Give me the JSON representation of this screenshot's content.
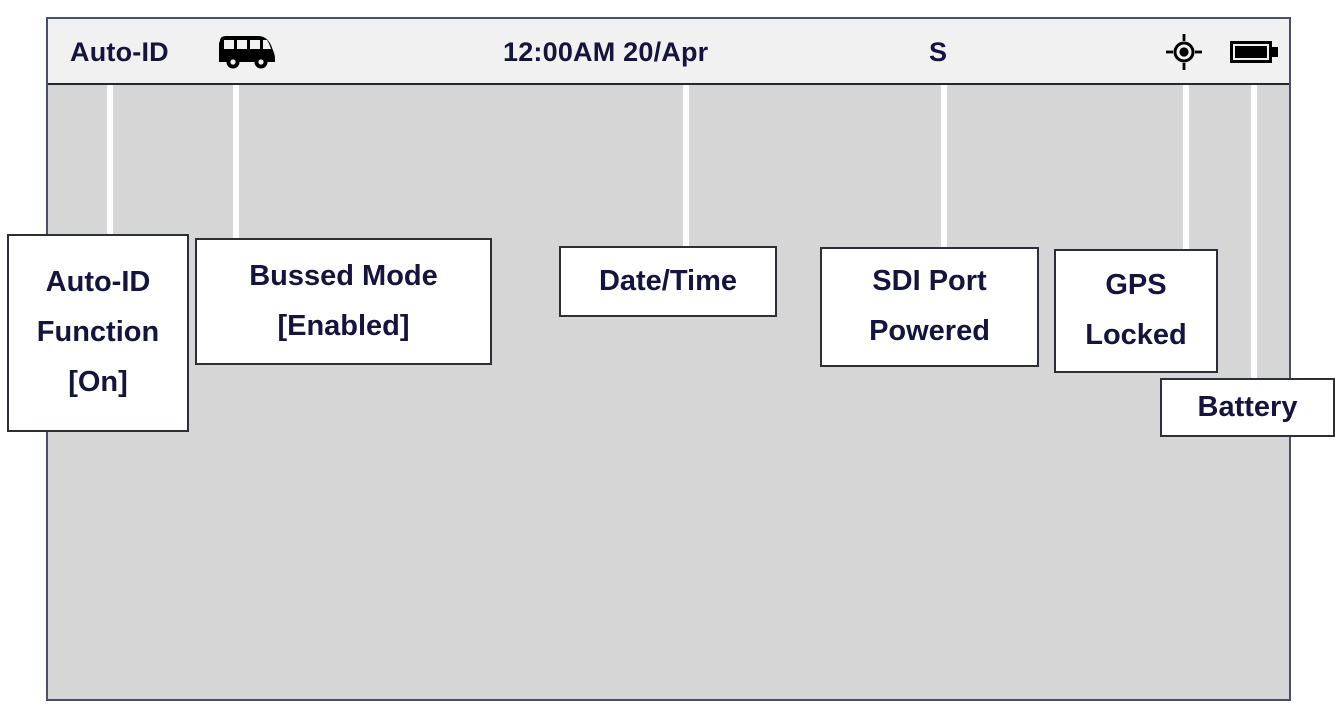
{
  "device": {
    "name": "auto-id-status-screen",
    "panel_background": "#d6d6d6",
    "panel_border_color": "#4a4e6b",
    "status_bar_background": "#f1f1f1",
    "text_color": "#14143c"
  },
  "status_bar": {
    "auto_id_label": "Auto-ID",
    "bus_icon": "bus-icon",
    "date_time": "12:00AM 20/Apr",
    "sdi_indicator": "S",
    "gps_icon": "gps-locked-icon",
    "battery_icon": "battery-full-icon"
  },
  "callouts": [
    {
      "id": "auto-id-function",
      "lines": [
        "Auto-ID",
        "Function",
        "[On]"
      ]
    },
    {
      "id": "bussed-mode",
      "lines": [
        "Bussed Mode",
        "[Enabled]"
      ]
    },
    {
      "id": "date-time",
      "lines": [
        "Date/Time"
      ]
    },
    {
      "id": "sdi-port-powered",
      "lines": [
        "SDI Port",
        "Powered"
      ]
    },
    {
      "id": "gps-locked",
      "lines": [
        "GPS",
        "Locked"
      ]
    },
    {
      "id": "battery",
      "lines": [
        "Battery"
      ]
    }
  ]
}
